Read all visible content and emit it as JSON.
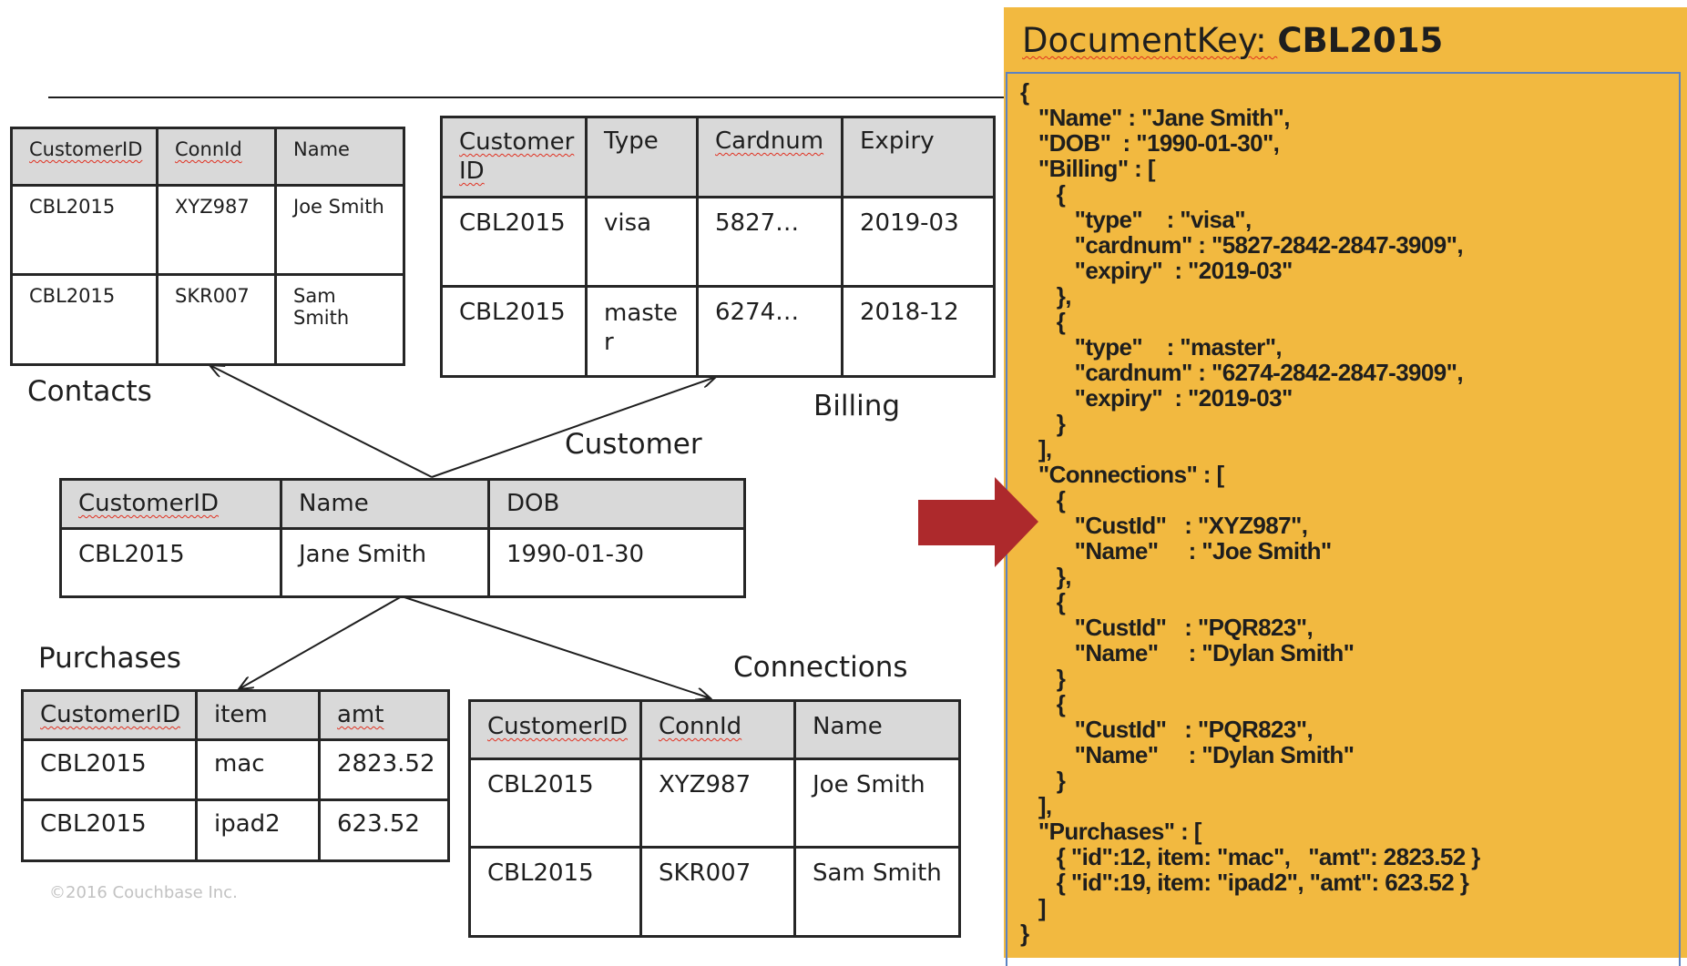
{
  "labels": {
    "contacts": "Contacts",
    "billing": "Billing",
    "customer": "Customer",
    "purchases": "Purchases",
    "connections": "Connections"
  },
  "copyright": "©2016 Couchbase Inc.",
  "tables": {
    "contacts": {
      "headers": [
        "CustomerID",
        "ConnId",
        "Name"
      ],
      "rows": [
        [
          "CBL2015",
          "XYZ987",
          "Joe Smith"
        ],
        [
          "CBL2015",
          "SKR007",
          "Sam Smith"
        ]
      ]
    },
    "billing": {
      "headers": [
        "Customer ID",
        "Type",
        "Cardnum",
        "Expiry"
      ],
      "rows": [
        [
          "CBL2015",
          "visa",
          "5827…",
          "2019-03"
        ],
        [
          "CBL2015",
          "master",
          "6274…",
          "2018-12"
        ]
      ]
    },
    "customer": {
      "headers": [
        "CustomerID",
        "Name",
        "DOB"
      ],
      "rows": [
        [
          "CBL2015",
          "Jane Smith",
          "1990-01-30"
        ]
      ]
    },
    "purchases": {
      "headers": [
        "CustomerID",
        "item",
        "amt"
      ],
      "rows": [
        [
          "CBL2015",
          "mac",
          "2823.52"
        ],
        [
          "CBL2015",
          "ipad2",
          "623.52"
        ]
      ]
    },
    "connections": {
      "headers": [
        "CustomerID",
        "ConnId",
        "Name"
      ],
      "rows": [
        [
          "CBL2015",
          "XYZ987",
          "Joe Smith"
        ],
        [
          "CBL2015",
          "SKR007",
          "Sam Smith"
        ]
      ]
    }
  },
  "document": {
    "title_prefix": "DocumentKey: ",
    "title_key": "CBL2015",
    "json_text": "{\n   \"Name\" : \"Jane Smith\",\n   \"DOB\"  : \"1990-01-30\",\n   \"Billing\" : [\n      {\n         \"type\"    : \"visa\",\n         \"cardnum\" : \"5827-2842-2847-3909\",\n         \"expiry\"  : \"2019-03\"\n      },\n      {\n         \"type\"    : \"master\",\n         \"cardnum\" : \"6274-2842-2847-3909\",\n         \"expiry\"  : \"2019-03\"\n      }\n   ],\n   \"Connections\" : [\n      {\n         \"CustId\"   : \"XYZ987\",\n         \"Name\"     : \"Joe Smith\"\n      },\n      {\n         \"CustId\"   : \"PQR823\",\n         \"Name\"     : \"Dylan Smith\"\n      }\n      {\n         \"CustId\"   : \"PQR823\",\n         \"Name\"     : \"Dylan Smith\"\n      }\n   ],\n   \"Purchases\" : [\n      { \"id\":12, item: \"mac\",   \"amt\": 2823.52 }\n      { \"id\":19, item: \"ipad2\", \"amt\": 623.52 }\n   ]\n}"
  },
  "colors": {
    "panel": "#f2b940",
    "panel_border": "#5b82c2",
    "arrow": "#ad292c",
    "header_fill": "#d9d9d9"
  }
}
